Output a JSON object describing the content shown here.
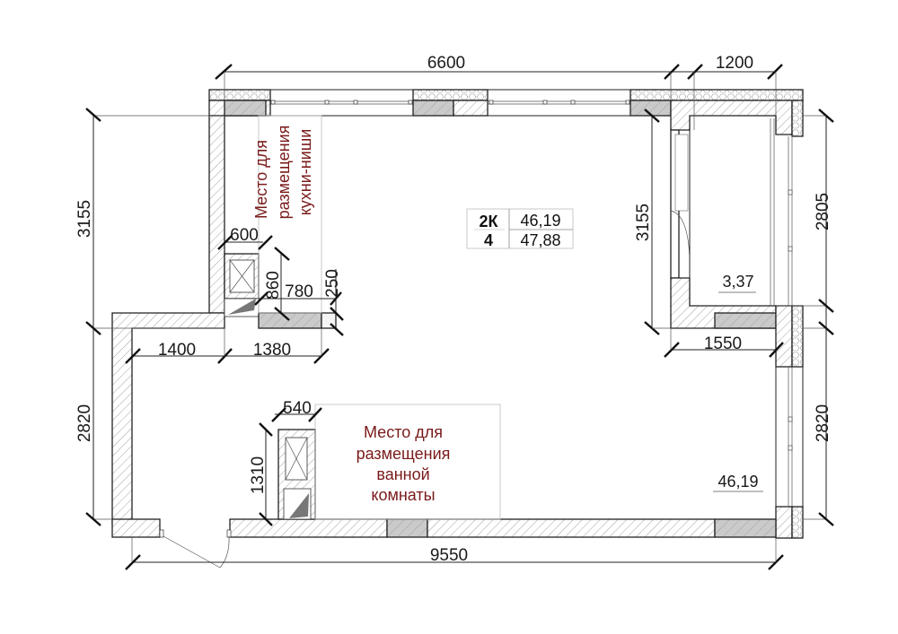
{
  "plan": {
    "dimensions": {
      "top_main": "6600",
      "top_balcony": "1200",
      "left_upper": "3155",
      "left_lower": "2820",
      "right_upper": "2805",
      "right_lower": "2820",
      "balcony_inner_height": "3155",
      "balcony_width": "1550",
      "bottom_total": "9550",
      "entry_left": "1400",
      "entry_right": "1380",
      "shaft_kitchen_width": "600",
      "shaft_kitchen_height": "860",
      "kitchen_wall_780": "780",
      "kitchen_wall_250": "250",
      "shaft_bath_width": "540",
      "shaft_bath_height": "1310"
    },
    "zones": {
      "kitchen_label": [
        "Место для",
        "размещения",
        "кухни-ниши"
      ],
      "bathroom_label": [
        "Место для",
        "размещения",
        "ванной",
        "комнаты"
      ]
    },
    "areas": {
      "main_room": "46,19",
      "balcony": "3,37"
    },
    "summary_table": {
      "type": "2К",
      "living_area": "46,19",
      "floor": "4",
      "total_area": "47,88"
    },
    "colors": {
      "line": "#222222",
      "label_red": "#7a1a1a",
      "window_gray": "#c8c8c8",
      "zone_outline": "#e8a0a0"
    }
  }
}
